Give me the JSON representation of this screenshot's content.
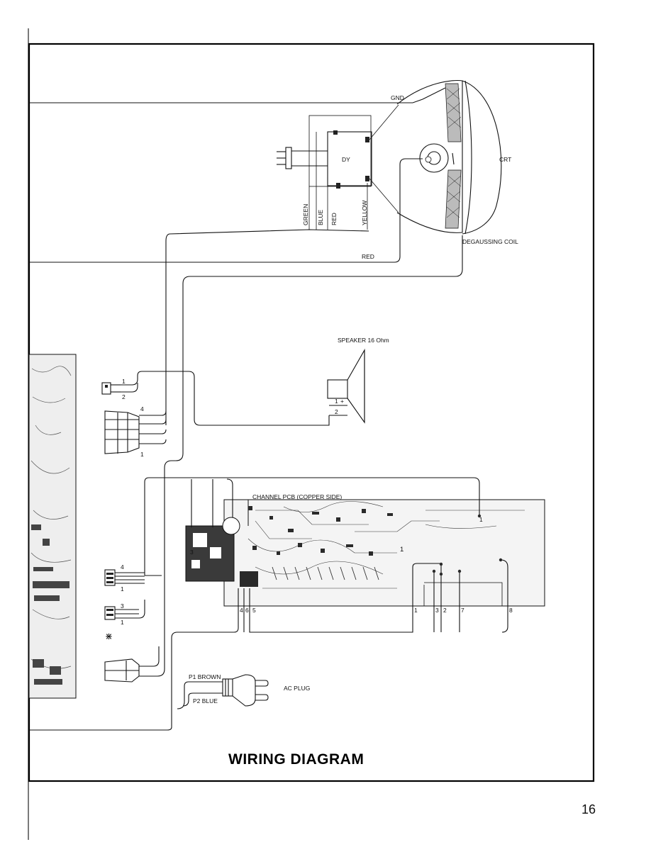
{
  "labels": {
    "gnd": "GND",
    "dy": "DY",
    "crt": "CRT",
    "degaussing_coil": "DEGAUSSING COIL",
    "yoke_wires": [
      "GREEN",
      "BLUE",
      "RED",
      "YELLOW"
    ],
    "red_wire": "RED",
    "speaker": "SPEAKER 16 Ohm",
    "speaker_pins": [
      "1",
      "+",
      "2"
    ],
    "channel_pcb": "CHANNEL PCB (COPPER SIDE)",
    "pcb_mark_1": "1",
    "pcb_mark_2": "1",
    "pcb_mark_3": "3",
    "pcb_bottom_pins": [
      "4",
      "6",
      "5"
    ],
    "pcb_right_pins": [
      "1",
      "3",
      "2",
      "7",
      "8"
    ],
    "connector_speaker_pins": [
      "1",
      "2"
    ],
    "connector_yoke_pins": [
      "4",
      "1"
    ],
    "connector_pcb_a_pins": [
      "4",
      "1"
    ],
    "connector_pcb_b_pins": [
      "3",
      "1"
    ],
    "not_connected": "⋇",
    "ac_plug": "AC PLUG",
    "p1": "P1 BROWN",
    "p2": "P2 BLUE"
  },
  "title": "WIRING DIAGRAM",
  "page_number": "16"
}
